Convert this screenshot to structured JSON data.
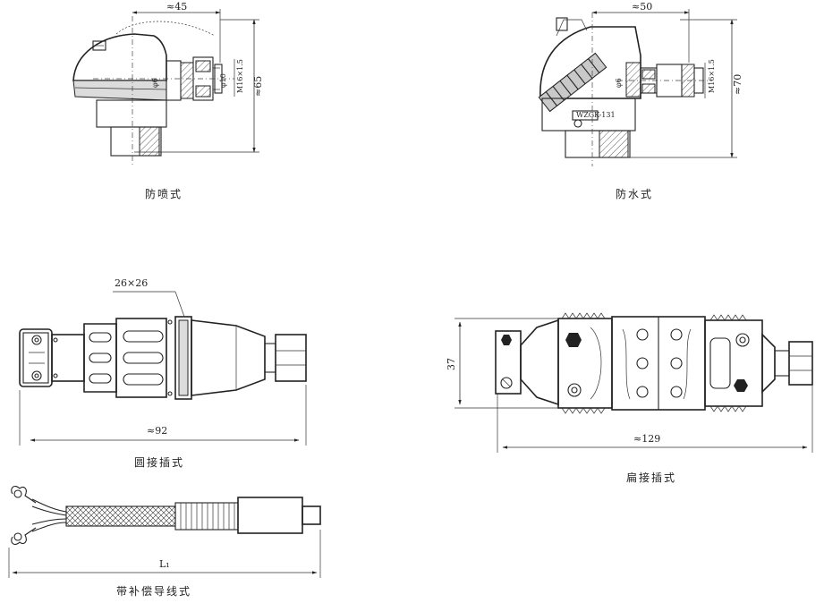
{
  "captions": {
    "spray_proof": "防喷式",
    "waterproof": "防水式",
    "round_plug": "圆接插式",
    "flat_plug": "扁接插式",
    "comp_lead": "带补偿导线式"
  },
  "dims": {
    "spray_width": "≈45",
    "spray_height": "≈65",
    "spray_dia10": "φ10",
    "spray_thread": "M16×1.5",
    "spray_dia6": "φ6",
    "water_width": "≈50",
    "water_height": "≈70",
    "water_thread": "M16×1.5",
    "water_dia": "φ6",
    "water_label": "WZGK-131",
    "round_nut": "26×26",
    "round_length": "≈92",
    "flat_height": "37",
    "flat_length": "≈129",
    "lead_length": "L₁"
  }
}
